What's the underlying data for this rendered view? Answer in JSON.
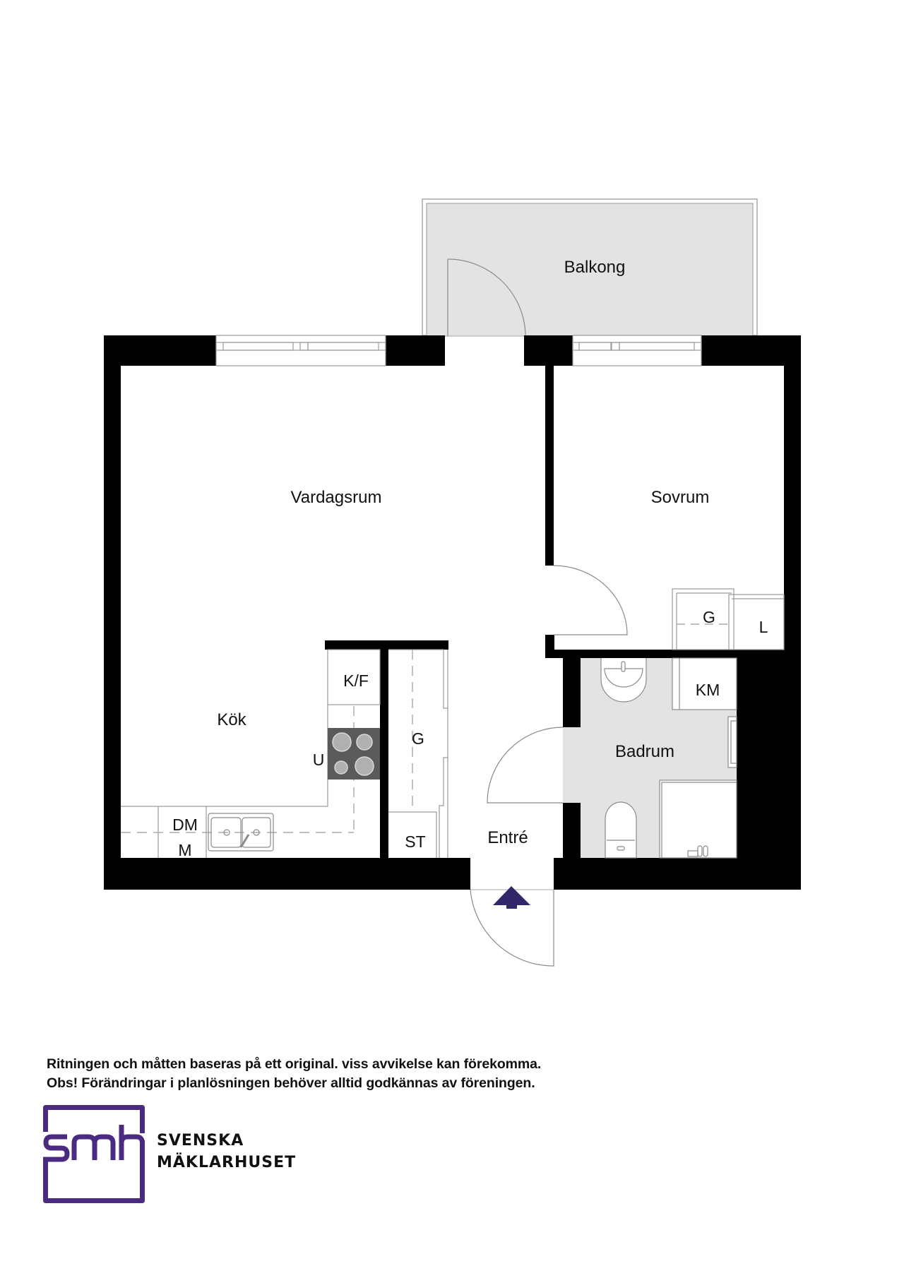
{
  "floorplan": {
    "rooms": {
      "balcony": "Balkong",
      "living_room": "Vardagsrum",
      "bedroom": "Sovrum",
      "kitchen": "Kök",
      "bathroom": "Badrum",
      "entrance": "Entré"
    },
    "fixtures": {
      "fridge_freezer": "K/F",
      "oven": "U",
      "dishwasher": "DM",
      "microwave": "M",
      "hall_wardrobe": "G",
      "cleaning_closet": "ST",
      "bedroom_wardrobe": "G",
      "linen_closet": "L",
      "washing_machine": "KM"
    },
    "icons": {
      "entry_arrow": "entrance-arrow-icon"
    },
    "colors": {
      "wall": "#000000",
      "balcony_fill": "#e3e3e3",
      "bathroom_fill": "#e3e3e3",
      "stove": "#5a5a5a",
      "entry_arrow": "#33276a",
      "brand": "#4b2a82"
    }
  },
  "disclaimer": {
    "line1": "Ritningen och måtten baseras på ett original. viss avvikelse kan förekomma.",
    "line2": "Obs! Förändringar i planlösningen behöver alltid godkännas av föreningen."
  },
  "brand": {
    "logo_text": "smh",
    "name_line1": "SVENSKA",
    "name_line2": "MÄKLARHUSET"
  }
}
